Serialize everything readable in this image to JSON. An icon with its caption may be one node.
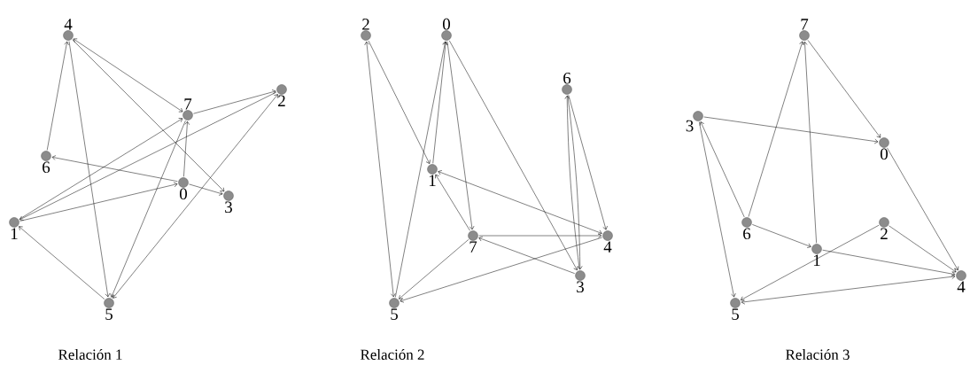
{
  "diagram": {
    "nodes": [
      {
        "text": [
          "0"
        ]
      },
      {
        "text": [
          "1"
        ]
      },
      {
        "text": [
          "2"
        ]
      },
      {
        "text": [
          "3"
        ]
      },
      {
        "text": [
          "4"
        ]
      },
      {
        "text": [
          "5"
        ]
      },
      {
        "text": [
          "6"
        ]
      },
      {
        "text": [
          "7"
        ]
      },
      {
        "text": [
          "0"
        ]
      },
      {
        "text": [
          "1"
        ]
      },
      {
        "text": [
          "2"
        ]
      },
      {
        "text": [
          "3"
        ]
      },
      {
        "text": [
          "4"
        ]
      },
      {
        "text": [
          "5"
        ]
      },
      {
        "text": [
          "6"
        ]
      },
      {
        "text": [
          "7"
        ]
      },
      {
        "text": [
          "0"
        ]
      },
      {
        "text": [
          "1"
        ]
      },
      {
        "text": [
          "2"
        ]
      },
      {
        "text": [
          "3"
        ]
      },
      {
        "text": [
          "4"
        ]
      },
      {
        "text": [
          "5"
        ]
      },
      {
        "text": [
          "6"
        ]
      },
      {
        "text": [
          "7"
        ]
      }
    ],
    "edges": [
      {
        "from": 6,
        "to": 4,
        "arrow": "to"
      },
      {
        "from": 4,
        "to": 5,
        "arrow": "to"
      },
      {
        "from": 4,
        "to": 7,
        "arrow": "both"
      },
      {
        "from": 4,
        "to": 3,
        "arrow": "to"
      },
      {
        "from": 7,
        "to": 2,
        "arrow": "to"
      },
      {
        "from": 1,
        "to": 7,
        "arrow": "to"
      },
      {
        "from": 2,
        "to": 1,
        "arrow": "to"
      },
      {
        "from": 5,
        "to": 2,
        "arrow": "both"
      },
      {
        "from": 0,
        "to": 7,
        "arrow": "to"
      },
      {
        "from": 0,
        "to": 6,
        "arrow": "to"
      },
      {
        "from": 0,
        "to": 3,
        "arrow": "to"
      },
      {
        "from": 7,
        "to": 5,
        "arrow": "to"
      },
      {
        "from": 5,
        "to": 1,
        "arrow": "to"
      },
      {
        "from": 1,
        "to": 0,
        "arrow": "to"
      },
      {
        "from": 10,
        "to": 13,
        "arrow": "both"
      },
      {
        "from": 10,
        "to": 9,
        "arrow": "to"
      },
      {
        "from": 9,
        "to": 8,
        "arrow": "to"
      },
      {
        "from": 13,
        "to": 8,
        "arrow": "to"
      },
      {
        "from": 8,
        "to": 15,
        "arrow": "to"
      },
      {
        "from": 8,
        "to": 11,
        "arrow": "to"
      },
      {
        "from": 15,
        "to": 9,
        "arrow": "to"
      },
      {
        "from": 9,
        "to": 12,
        "arrow": "both"
      },
      {
        "from": 15,
        "to": 12,
        "arrow": "to"
      },
      {
        "from": 11,
        "to": 15,
        "arrow": "to"
      },
      {
        "from": 12,
        "to": 13,
        "arrow": "to"
      },
      {
        "from": 15,
        "to": 13,
        "arrow": "to"
      },
      {
        "from": 14,
        "to": 11,
        "arrow": "to"
      },
      {
        "from": 11,
        "to": 14,
        "arrow": "to"
      },
      {
        "from": 14,
        "to": 12,
        "arrow": "to"
      },
      {
        "from": 22,
        "to": 23,
        "arrow": "to"
      },
      {
        "from": 17,
        "to": 23,
        "arrow": "to"
      },
      {
        "from": 23,
        "to": 16,
        "arrow": "to"
      },
      {
        "from": 19,
        "to": 16,
        "arrow": "to"
      },
      {
        "from": 22,
        "to": 19,
        "arrow": "to"
      },
      {
        "from": 19,
        "to": 21,
        "arrow": "to"
      },
      {
        "from": 22,
        "to": 17,
        "arrow": "to"
      },
      {
        "from": 16,
        "to": 20,
        "arrow": "to"
      },
      {
        "from": 18,
        "to": 20,
        "arrow": "to"
      },
      {
        "from": 17,
        "to": 20,
        "arrow": "to"
      },
      {
        "from": 18,
        "to": 21,
        "arrow": "to"
      },
      {
        "from": 21,
        "to": 20,
        "arrow": "both"
      }
    ],
    "labels": [
      "Relación 1",
      "Relación 2",
      "Relación 3"
    ]
  }
}
